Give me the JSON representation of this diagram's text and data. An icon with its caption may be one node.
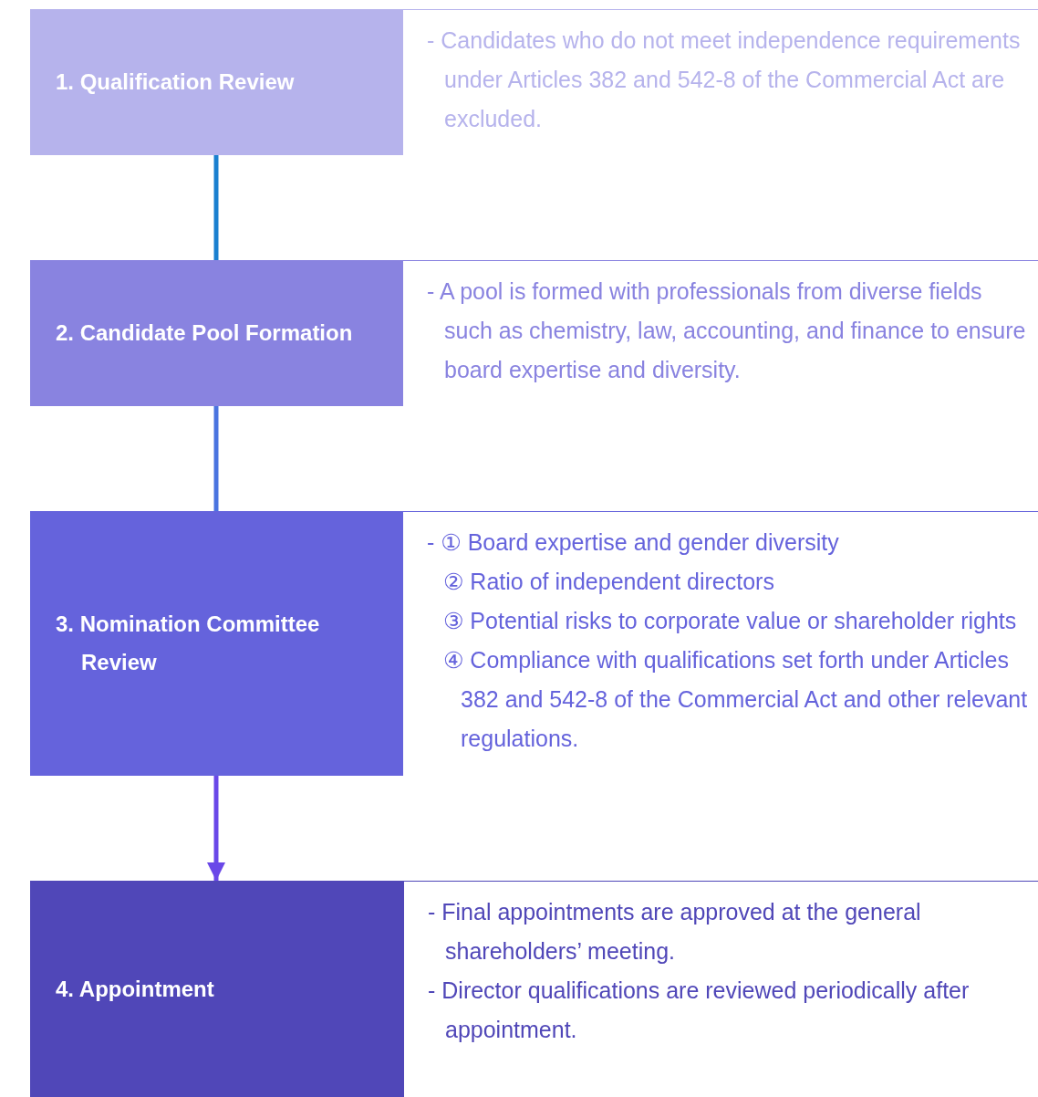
{
  "diagram": {
    "nodes": [
      {
        "text": [
          "1. Qualification Review"
        ],
        "beside": [
          "- Candidates who do not meet independence requirements under Articles 382 and 542-8 of the Commercial Act are excluded."
        ]
      },
      {
        "text": [
          "2. Candidate Pool Formation"
        ],
        "beside": [
          "- A pool is formed with professionals from diverse fields such as chemistry, law, accounting, and finance to ensure board expertise and diversity."
        ]
      },
      {
        "text": [
          "3. Nomination Committee Review"
        ],
        "beside": [
          "- ① Board expertise and gender diversity",
          "② Ratio of independent directors",
          "③ Potential risks to corporate value or shareholder rights",
          "④ Compliance with qualifications set forth under Articles 382 and 542-8 of the Commercial Act and other relevant regulations."
        ]
      },
      {
        "text": [
          "4. Appointment"
        ],
        "beside": [
          "- Final appointments are approved at the general shareholders’ meeting.",
          "- Director qualifications are reviewed periodically after appointment."
        ]
      }
    ],
    "edges": [
      {
        "from": 0,
        "to": 1,
        "arrow": "none",
        "color": "#1a80d0"
      },
      {
        "from": 1,
        "to": 2,
        "arrow": "none",
        "color": "#4a74e0"
      },
      {
        "from": 2,
        "to": 3,
        "arrow": "to",
        "color": "#6a48e8"
      }
    ]
  }
}
